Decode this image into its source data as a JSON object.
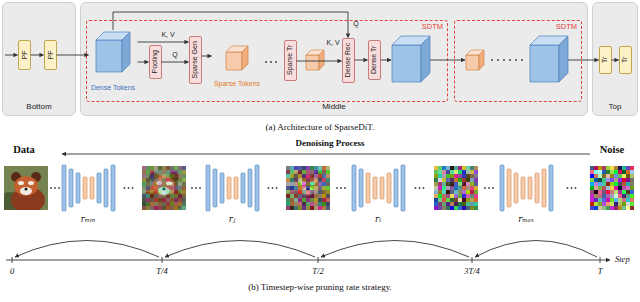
{
  "diagram": {
    "nodes": [
      {
        "text": [
          "Bottom"
        ]
      },
      {
        "text": [
          "PF"
        ],
        "in": 0
      },
      {
        "text": [
          "PF"
        ],
        "in": 0
      },
      {
        "text": [
          "Middle"
        ]
      },
      {
        "text": [
          "SDTM"
        ],
        "in": 3
      },
      {
        "text": [
          "Dense Tokens"
        ],
        "in": 4
      },
      {
        "text": [
          "Pooling"
        ],
        "in": 4
      },
      {
        "text": [
          "Sparse Gen"
        ],
        "in": 4
      },
      {
        "text": [
          "Sparse Tokens"
        ],
        "in": 4
      },
      {
        "text": [
          "Sparse Tr"
        ],
        "in": 4
      },
      {
        "text": [
          "Dense Rec"
        ],
        "in": 4
      },
      {
        "text": [
          "Dense Tr"
        ],
        "in": 4
      },
      {
        "text": [
          "SDTM"
        ],
        "in": 3
      },
      {
        "text": [
          "Top"
        ]
      },
      {
        "text": [
          "Tr"
        ],
        "in": 13
      },
      {
        "text": [
          "Tr"
        ],
        "in": 13
      }
    ],
    "edges": [
      {
        "from": 1,
        "to": 2,
        "arrow": "to"
      },
      {
        "from": 2,
        "to": 5,
        "arrow": "to"
      },
      {
        "from": 5,
        "to": 6,
        "arrow": "to"
      },
      {
        "from": 5,
        "to": 7,
        "arrow": "to",
        "label": "K, V"
      },
      {
        "from": 6,
        "to": 7,
        "arrow": "to",
        "label": "Q"
      },
      {
        "from": 7,
        "to": 8,
        "arrow": "to"
      },
      {
        "from": 5,
        "to": 10,
        "arrow": "to",
        "label": "Q"
      },
      {
        "from": 9,
        "to": 10,
        "arrow": "to",
        "label": "K, V"
      },
      {
        "from": 10,
        "to": 11,
        "arrow": "to"
      },
      {
        "from": 12,
        "to": 14,
        "arrow": "to"
      },
      {
        "from": 14,
        "to": 15,
        "arrow": "to"
      }
    ],
    "labels": [
      "(a) Architecture of SparseDiT.",
      "Denoising Process",
      "Data",
      "Noise",
      "rₘᵢₙ",
      "rⱼ",
      "rᵢ",
      "rₘₐₓ",
      "0",
      "T/4",
      "T/2",
      "3T/4",
      "T",
      "Step",
      "(b) Timestep-wise pruning rate strategy."
    ]
  }
}
